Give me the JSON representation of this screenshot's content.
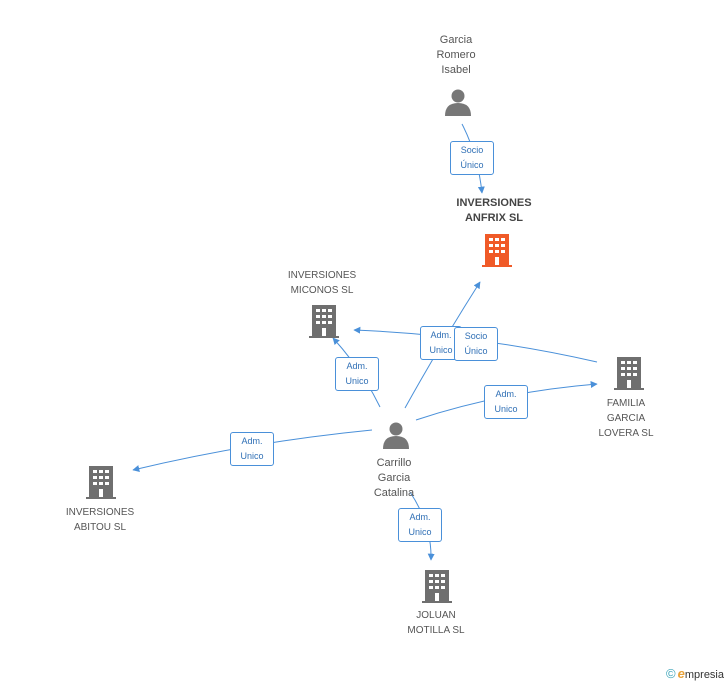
{
  "colors": {
    "edge": "#4a90d9",
    "company": "#6f6f6f",
    "focus_company": "#f05a28",
    "person": "#777777"
  },
  "nodes": {
    "garcia_romero": {
      "label": "Garcia\nRomero\nIsabel",
      "icon": "person-icon"
    },
    "anfrix": {
      "label": "INVERSIONES\nANFRIX SL",
      "icon": "building-icon"
    },
    "miconos": {
      "label": "INVERSIONES\nMICONOS SL",
      "icon": "building-icon"
    },
    "familia": {
      "label": "FAMILIA\nGARCIA\nLOVERA  SL",
      "icon": "building-icon"
    },
    "carrillo": {
      "label": "Carrillo\nGarcia\nCatalina",
      "icon": "person-icon"
    },
    "abitou": {
      "label": "INVERSIONES\nABITOU SL",
      "icon": "building-icon"
    },
    "joluan": {
      "label": "JOLUAN\nMOTILLA SL",
      "icon": "building-icon"
    }
  },
  "edges": {
    "e1": {
      "label": "Socio\nÚnico"
    },
    "e2": {
      "label": "Adm.\nUnico"
    },
    "e3": {
      "label": "Socio\nÚnico"
    },
    "e4": {
      "label": "Adm.\nUnico"
    },
    "e5": {
      "label": "Adm.\nUnico"
    },
    "e6": {
      "label": "Adm.\nUnico"
    },
    "e7": {
      "label": "Adm.\nUnico"
    }
  },
  "brand": {
    "copyright": "©",
    "first_letter": "e",
    "name": "mpresia"
  }
}
